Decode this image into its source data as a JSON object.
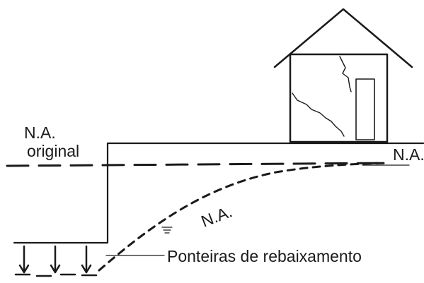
{
  "labels": {
    "na_original_line1": "N.A.",
    "na_original_line2": "original",
    "na_right": "N.A.",
    "na_curve": "N.A.",
    "wellpoints": "Ponteiras de rebaixamento"
  },
  "colors": {
    "ink": "#1a1a1a",
    "background": "#ffffff"
  }
}
